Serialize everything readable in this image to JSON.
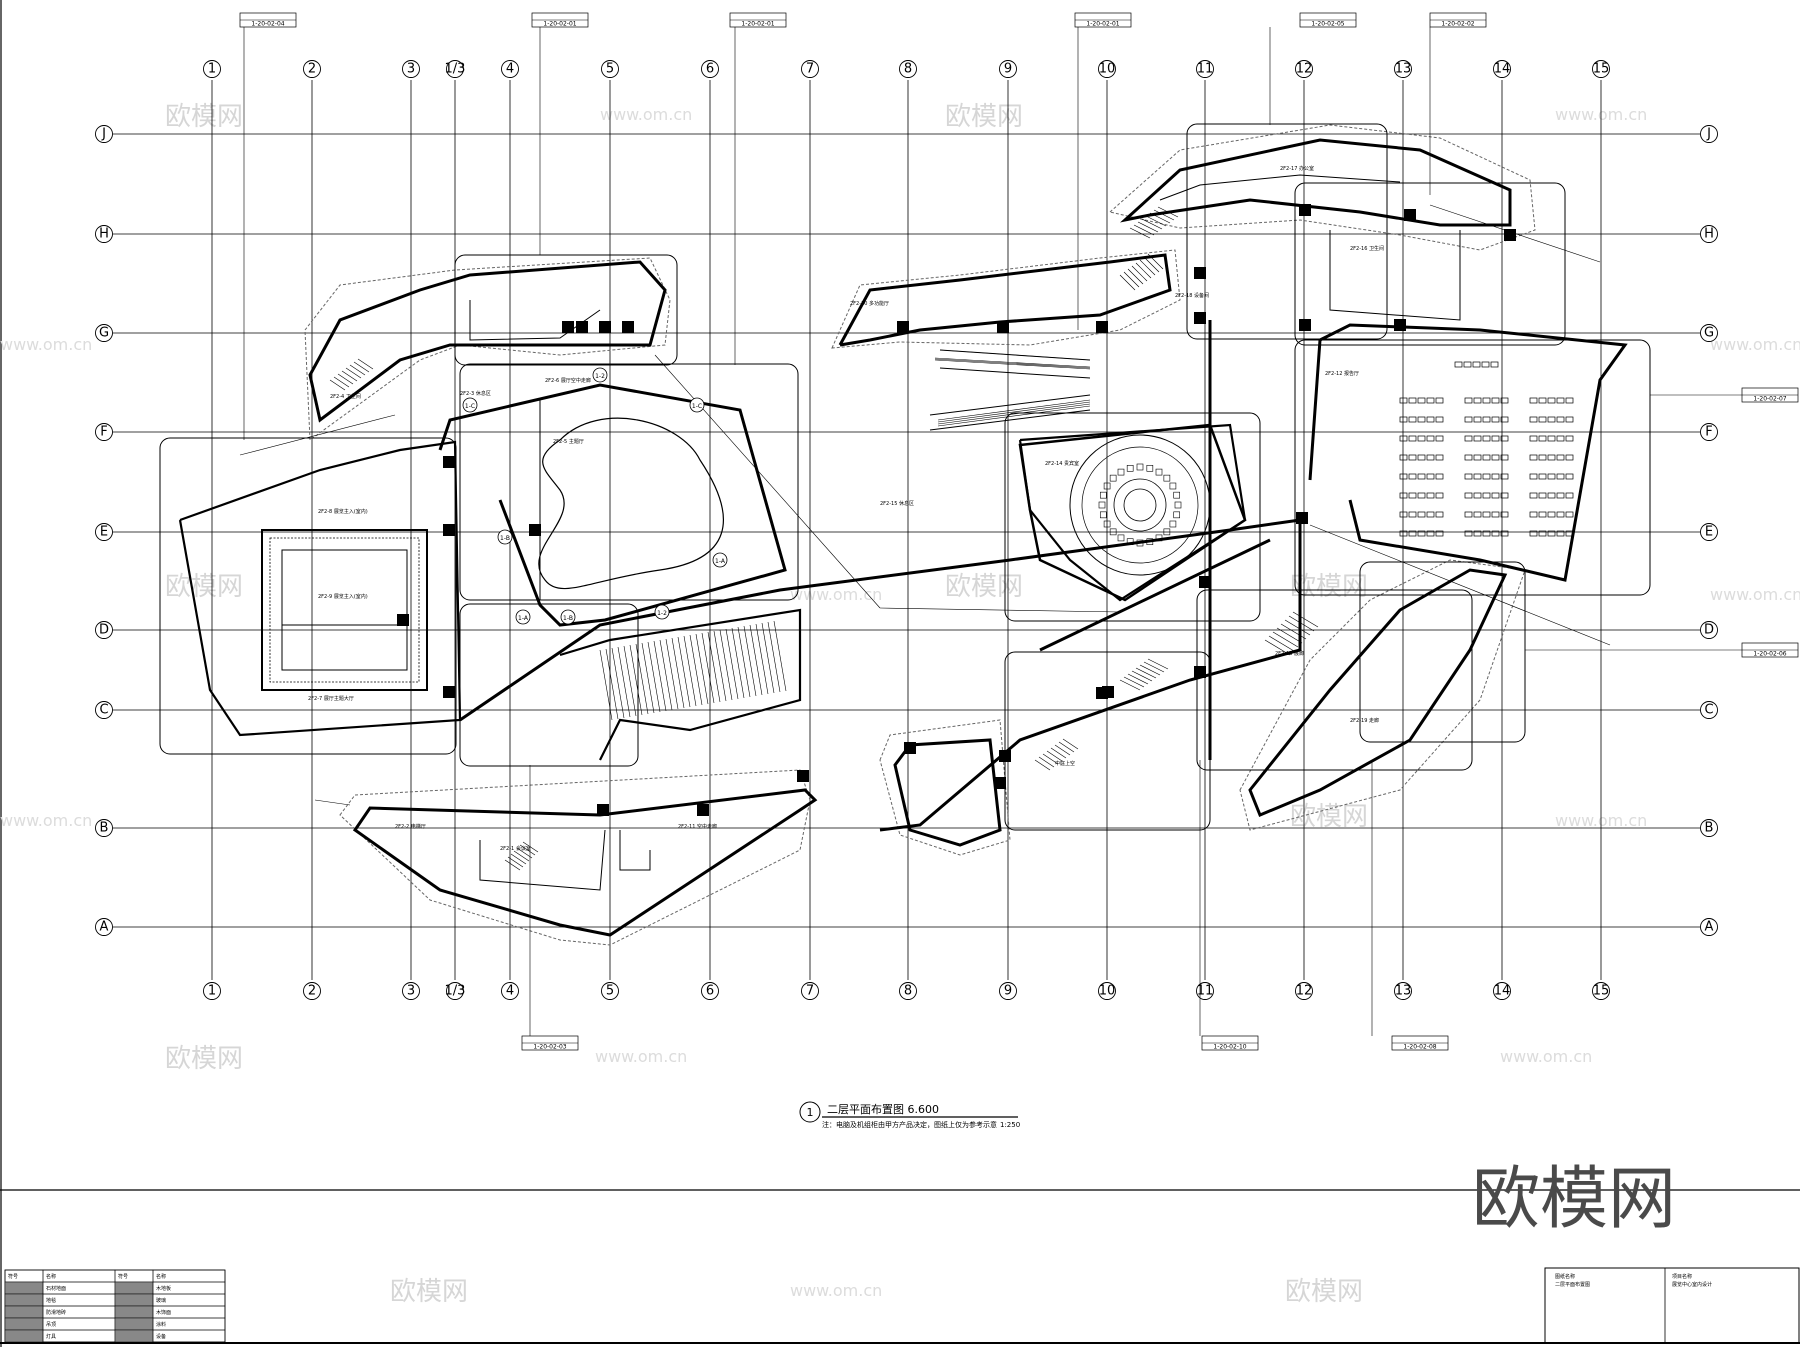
{
  "drawing": {
    "title": "二层平面布置图 6.600",
    "title_number": "1",
    "note": "注：电脑及机组柜由甲方产品决定，图纸上仅为参考示意",
    "scale": "1:250"
  },
  "grid": {
    "columns": [
      "1",
      "2",
      "3",
      "1/3",
      "4",
      "5",
      "6",
      "7",
      "8",
      "9",
      "10",
      "11",
      "12",
      "13",
      "14",
      "15"
    ],
    "rows": [
      "J",
      "H",
      "G",
      "F",
      "E",
      "D",
      "C",
      "B",
      "A"
    ]
  },
  "rooms": [
    {
      "id": "r1",
      "label": "2F2-8 展览主入(室内)"
    },
    {
      "id": "r2",
      "label": "2F2-9 展览主入(室内)"
    },
    {
      "id": "r3",
      "label": "2F2-7 展厅主题大厅"
    },
    {
      "id": "r4",
      "label": "2F2-6 展厅空中走廊"
    },
    {
      "id": "r5",
      "label": "2F2-5 主题厅"
    },
    {
      "id": "r6",
      "label": "2F2-4 卫生间"
    },
    {
      "id": "r7",
      "label": "2F2-3 休息区"
    },
    {
      "id": "r8",
      "label": "2F2-2 电梯厅"
    },
    {
      "id": "r9",
      "label": "2F2-1 会议室"
    },
    {
      "id": "r10",
      "label": "2F2-10 多功能厅"
    },
    {
      "id": "r11",
      "label": "2F2-11 空中走廊"
    },
    {
      "id": "r12",
      "label": "2F2-12 报告厅"
    },
    {
      "id": "r13",
      "label": "2F2-13 展廊"
    },
    {
      "id": "r14",
      "label": "2F2-14 贵宾室"
    },
    {
      "id": "r15",
      "label": "2F2-15 休息区"
    },
    {
      "id": "r16",
      "label": "中庭上空"
    },
    {
      "id": "r17",
      "label": "2F2-16 卫生间"
    },
    {
      "id": "r18",
      "label": "2F2-17 办公室"
    },
    {
      "id": "r19",
      "label": "2F2-18 设备间"
    },
    {
      "id": "r20",
      "label": "2F2-19 走廊"
    }
  ],
  "callouts": [
    {
      "id": "c1",
      "text": "1-20-02-04"
    },
    {
      "id": "c2",
      "text": "1-20-02-01"
    },
    {
      "id": "c3",
      "text": "1-20-02-01"
    },
    {
      "id": "c4",
      "text": "1-20-02-01"
    },
    {
      "id": "c5",
      "text": "1-20-02-05"
    },
    {
      "id": "c6",
      "text": "1-20-02-02"
    },
    {
      "id": "c7",
      "text": "1-20-02-07"
    },
    {
      "id": "c8",
      "text": "1-20-02-06"
    },
    {
      "id": "c9",
      "text": "1-20-02-03"
    },
    {
      "id": "c10",
      "text": "1-20-02-10"
    },
    {
      "id": "c11",
      "text": "1-20-02-08"
    }
  ],
  "section_marks": [
    "1-C",
    "1-2",
    "1-C",
    "1-B",
    "1-A",
    "1-B",
    "1-2",
    "1-A"
  ],
  "watermarks": {
    "logo": "欧模网",
    "url": "www.om.cn",
    "big": "欧模网"
  },
  "legend": {
    "rows": [
      [
        "符号",
        "名称",
        "符号",
        "名称"
      ],
      [
        "",
        "石材地面",
        "",
        "木地板"
      ],
      [
        "",
        "地毯",
        "",
        "玻璃"
      ],
      [
        "",
        "防滑地砖",
        "",
        "木饰面"
      ],
      [
        "",
        "吊顶",
        "",
        "涂料"
      ],
      [
        "",
        "灯具",
        "",
        "设备"
      ]
    ]
  },
  "title_block": {
    "left_label": "图纸名称",
    "left_value": "二层平面布置图",
    "right_label": "项目名称",
    "right_value": "展览中心室内设计"
  }
}
